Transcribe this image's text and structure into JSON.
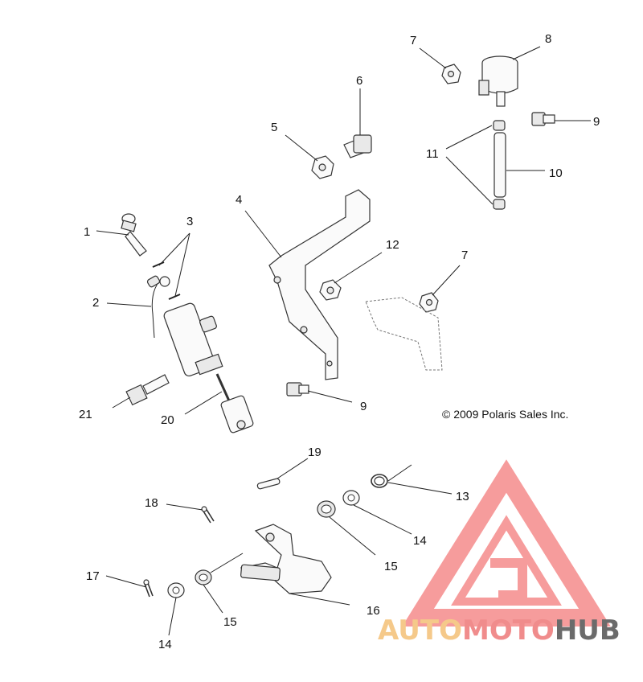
{
  "callouts": [
    {
      "id": "c1",
      "label": "1"
    },
    {
      "id": "c2",
      "label": "2"
    },
    {
      "id": "c3",
      "label": "3"
    },
    {
      "id": "c4",
      "label": "4"
    },
    {
      "id": "c5",
      "label": "5"
    },
    {
      "id": "c6",
      "label": "6"
    },
    {
      "id": "c7a",
      "label": "7"
    },
    {
      "id": "c7b",
      "label": "7"
    },
    {
      "id": "c8",
      "label": "8"
    },
    {
      "id": "c9a",
      "label": "9"
    },
    {
      "id": "c9b",
      "label": "9"
    },
    {
      "id": "c10",
      "label": "10"
    },
    {
      "id": "c11",
      "label": "11"
    },
    {
      "id": "c12",
      "label": "12"
    },
    {
      "id": "c13",
      "label": "13"
    },
    {
      "id": "c14a",
      "label": "14"
    },
    {
      "id": "c14b",
      "label": "14"
    },
    {
      "id": "c15a",
      "label": "15"
    },
    {
      "id": "c15b",
      "label": "15"
    },
    {
      "id": "c16",
      "label": "16"
    },
    {
      "id": "c17",
      "label": "17"
    },
    {
      "id": "c18",
      "label": "18"
    },
    {
      "id": "c19",
      "label": "19"
    },
    {
      "id": "c20",
      "label": "20"
    },
    {
      "id": "c21",
      "label": "21"
    }
  ],
  "copyright": "© 2009 Polaris Sales Inc.",
  "watermark": {
    "text_part1": "AUTO",
    "text_part2": "MOTO",
    "text_part3": "HUB",
    "colors": {
      "auto": "#f5c98a",
      "moto": "#f08c8c",
      "hub": "#6b6b6b",
      "logo": "#f47b7b"
    }
  }
}
